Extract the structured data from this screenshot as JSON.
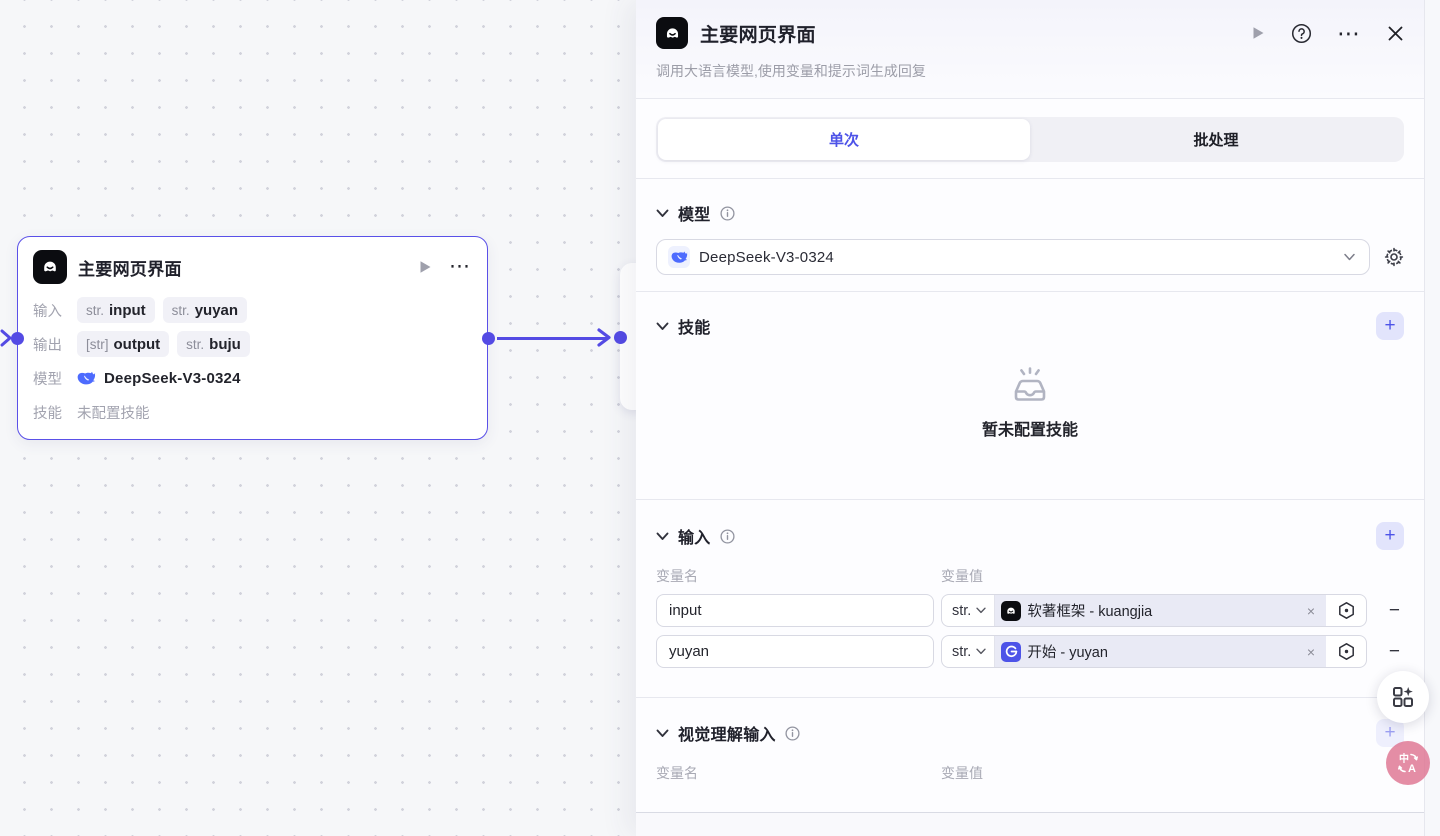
{
  "colors": {
    "accent": "#4d53e8",
    "connector": "#544be4",
    "node_border": "#5a50e8",
    "translate_pink": "#de7491",
    "tag_bg": "#f1f1f7",
    "ref_bg": "#e9eaf5"
  },
  "canvas": {
    "node": {
      "title": "主要网页界面",
      "inputs_label": "输入",
      "outputs_label": "输出",
      "model_label": "模型",
      "skills_label": "技能",
      "input_tags": [
        {
          "type": "str.",
          "name": "input"
        },
        {
          "type": "str.",
          "name": "yuyan"
        }
      ],
      "output_tags": [
        {
          "type": "[str]",
          "name": "output"
        },
        {
          "type": "str.",
          "name": "buju"
        }
      ],
      "model_value": "DeepSeek-V3-0324",
      "skills_value": "未配置技能",
      "more_label": "⋯"
    }
  },
  "panel": {
    "title": "主要网页界面",
    "subtitle": "调用大语言模型,使用变量和提示词生成回复",
    "more_label": "⋯",
    "tabs": {
      "single": "单次",
      "batch": "批处理"
    },
    "model": {
      "title": "模型",
      "value": "DeepSeek-V3-0324"
    },
    "skills": {
      "title": "技能",
      "empty": "暂未配置技能",
      "add_label": "+"
    },
    "inputs": {
      "title": "输入",
      "add_label": "+",
      "col_name": "变量名",
      "col_value": "变量值",
      "remove_label": "−",
      "close_label": "×",
      "rows": [
        {
          "name": "input",
          "type": "str.",
          "ref": "软著框架 - kuangjia",
          "source": "agent"
        },
        {
          "name": "yuyan",
          "type": "str.",
          "ref": "开始 - yuyan",
          "source": "start"
        }
      ]
    },
    "vision": {
      "title": "视觉理解输入",
      "add_label": "+",
      "col_name": "变量名",
      "col_value": "变量值"
    }
  },
  "icons": {
    "agent-icon": "black rounded square with white ghost face",
    "deepseek-icon": "blue whale logo",
    "start-icon": "blue square, white circle-arrow",
    "play-icon": "gray triangle",
    "help-icon": "question mark in circle",
    "more-icon": "horizontal ellipsis",
    "close-icon": "X",
    "chevron-down-icon": "v",
    "info-icon": "i in circle",
    "gear-icon": "settings gear",
    "plus-icon": "+",
    "minus-icon": "−",
    "remove-x-icon": "×",
    "reference-icon": "hexagon with center dot",
    "empty-skills-icon": "inbox tray with sparkles",
    "widgets-icon": "three squares with sparkle star",
    "translate-icon": "中/A translate glyph",
    "port-dot-icon": "purple connection dot",
    "edge-arrow-icon": "purple arrow"
  }
}
